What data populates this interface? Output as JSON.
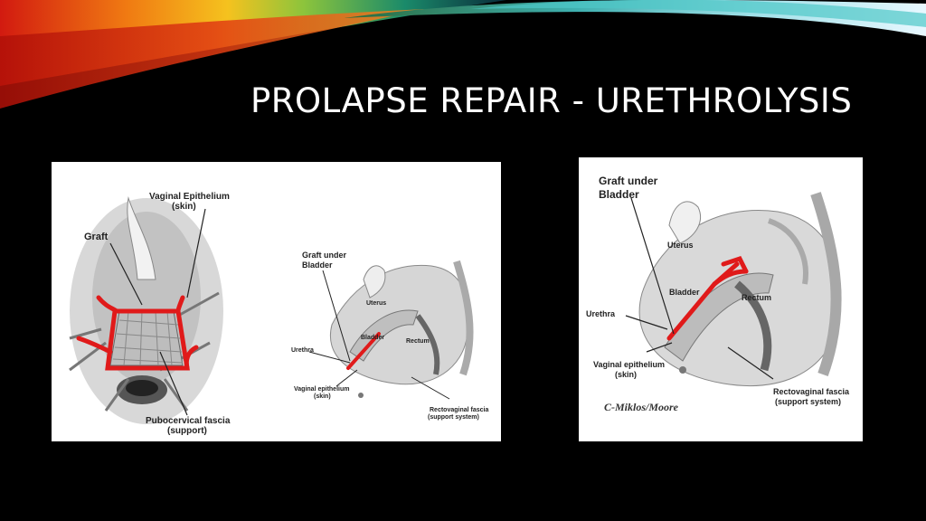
{
  "slide": {
    "title": "PROLAPSE REPAIR - URETHROLYSIS"
  },
  "colors": {
    "background": "#000000",
    "title": "#ffffff",
    "graft_line": "#e01a1a",
    "panel": "#ffffff"
  },
  "left_figure": {
    "front_view": {
      "vaginal_epithelium": "Vaginal Epithelium",
      "vaginal_epithelium_sub": "(skin)",
      "graft": "Graft",
      "pubocervical_fascia": "Pubocervical fascia",
      "pubocervical_fascia_sub": "(support)"
    },
    "side_view": {
      "graft_under": "Graft under",
      "bladder_heading": "Bladder",
      "uterus": "Uterus",
      "bladder": "Bladder",
      "rectum": "Rectum",
      "urethra": "Urethra",
      "vaginal_epithelium": "Vaginal epithelium",
      "vaginal_epithelium_sub": "(skin)",
      "rectovaginal_fascia": "Rectovaginal fascia",
      "rectovaginal_fascia_sub": "(support system)"
    }
  },
  "right_figure": {
    "graft_under": "Graft under",
    "bladder_heading": "Bladder",
    "uterus": "Uterus",
    "bladder": "Bladder",
    "rectum": "Rectum",
    "urethra": "Urethra",
    "vaginal_epithelium": "Vaginal epithelium",
    "vaginal_epithelium_sub": "(skin)",
    "rectovaginal_fascia": "Rectovaginal fascia",
    "rectovaginal_fascia_sub": "(support system)",
    "signature": "C-Miklos/Moore"
  }
}
